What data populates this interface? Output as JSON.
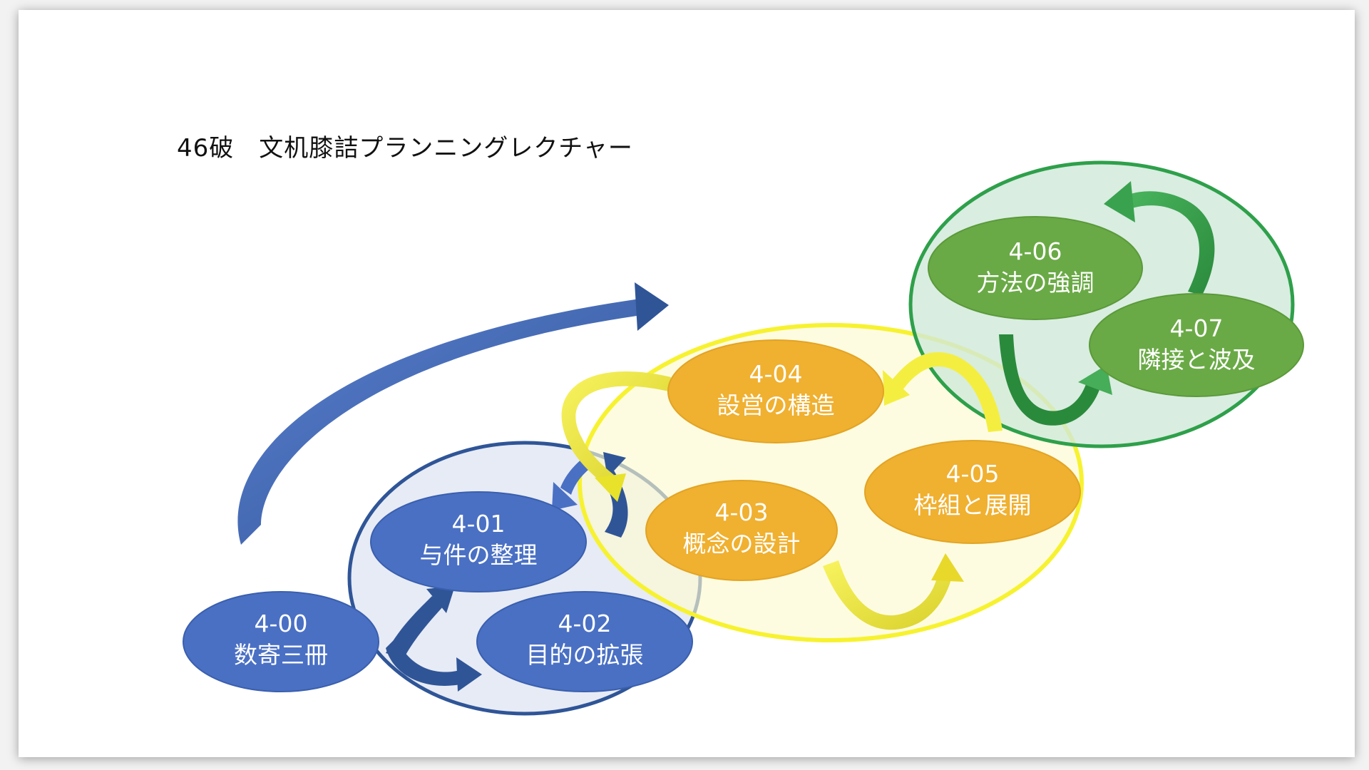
{
  "title": "46破　文机膝詰プランニングレクチャー",
  "colors": {
    "blue": "#4a70c4",
    "blue_dark": "#2f5597",
    "blue_group_fill": "#e3e8f3",
    "yellow_node": "#f0b030",
    "yellow_ring": "#f7f230",
    "yellow_group_fill": "#fdfbcf",
    "green_node": "#6aaa46",
    "green_ring": "#2ea04a",
    "green_group_fill": "#cfe8da"
  },
  "nodes": [
    {
      "id": "4-00",
      "code": "4-00",
      "label": "数寄三冊",
      "color": "blue"
    },
    {
      "id": "4-01",
      "code": "4-01",
      "label": "与件の整理",
      "color": "blue"
    },
    {
      "id": "4-02",
      "code": "4-02",
      "label": "目的の拡張",
      "color": "blue"
    },
    {
      "id": "4-03",
      "code": "4-03",
      "label": "概念の設計",
      "color": "yellow"
    },
    {
      "id": "4-04",
      "code": "4-04",
      "label": "設営の構造",
      "color": "yellow"
    },
    {
      "id": "4-05",
      "code": "4-05",
      "label": "枠組と展開",
      "color": "yellow"
    },
    {
      "id": "4-06",
      "code": "4-06",
      "label": "方法の強調",
      "color": "green"
    },
    {
      "id": "4-07",
      "code": "4-07",
      "label": "隣接と波及",
      "color": "green"
    }
  ]
}
